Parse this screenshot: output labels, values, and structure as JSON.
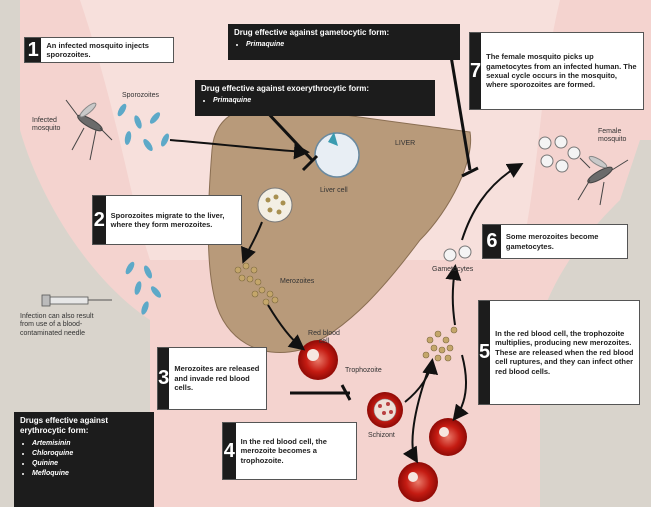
{
  "steps": [
    {
      "num": "1",
      "text": "An infected mosquito injects sporozoites."
    },
    {
      "num": "2",
      "text": "Sporozoites migrate to the liver, where they form merozoites."
    },
    {
      "num": "3",
      "text": "Merozoites are released and invade red blood cells."
    },
    {
      "num": "4",
      "text": "In the red blood cell, the merozoite becomes a trophozoite."
    },
    {
      "num": "5",
      "text": "In the red blood cell, the trophozoite multiplies, producing new merozoites. These are released when the red blood cell ruptures, and they can infect other red blood cells."
    },
    {
      "num": "6",
      "text": "Some merozoites become gametocytes."
    },
    {
      "num": "7",
      "text": "The female mosquito picks up gametocytes from an infected human. The sexual cycle occurs in the mosquito, where sporozoites are formed."
    }
  ],
  "drugs": {
    "gametocytic": {
      "title": "Drug effective against gametocytic form:",
      "items": [
        "Primaquine"
      ]
    },
    "exoerythrocytic": {
      "title": "Drug effective against exoerythrocytic form:",
      "items": [
        "Primaquine"
      ]
    },
    "erythrocytic": {
      "title": "Drugs effective against erythrocytic form:",
      "items": [
        "Artemisinin",
        "Chloroquine",
        "Quinine",
        "Mefloquine"
      ]
    }
  },
  "labels": {
    "infected_mosquito": "Infected mosquito",
    "sporozoites": "Sporozoites",
    "liver": "LIVER",
    "liver_cell": "Liver cell",
    "merozoites": "Merozoites",
    "needle_infection": "Infection can also result from use of a blood-contaminated needle",
    "red_blood_cell": "Red blood cell",
    "trophozoite": "Trophozoite",
    "schizont": "Schizont",
    "gametocytes": "Gametocytes",
    "female_mosquito": "Female mosquito"
  },
  "colors": {
    "box_number_bg": "#1c1c1c",
    "liver": "#b89a7a",
    "skin": "#f4d3cf",
    "red_blood_cell": "#c41b12",
    "sporozoite": "#5da9c8"
  }
}
